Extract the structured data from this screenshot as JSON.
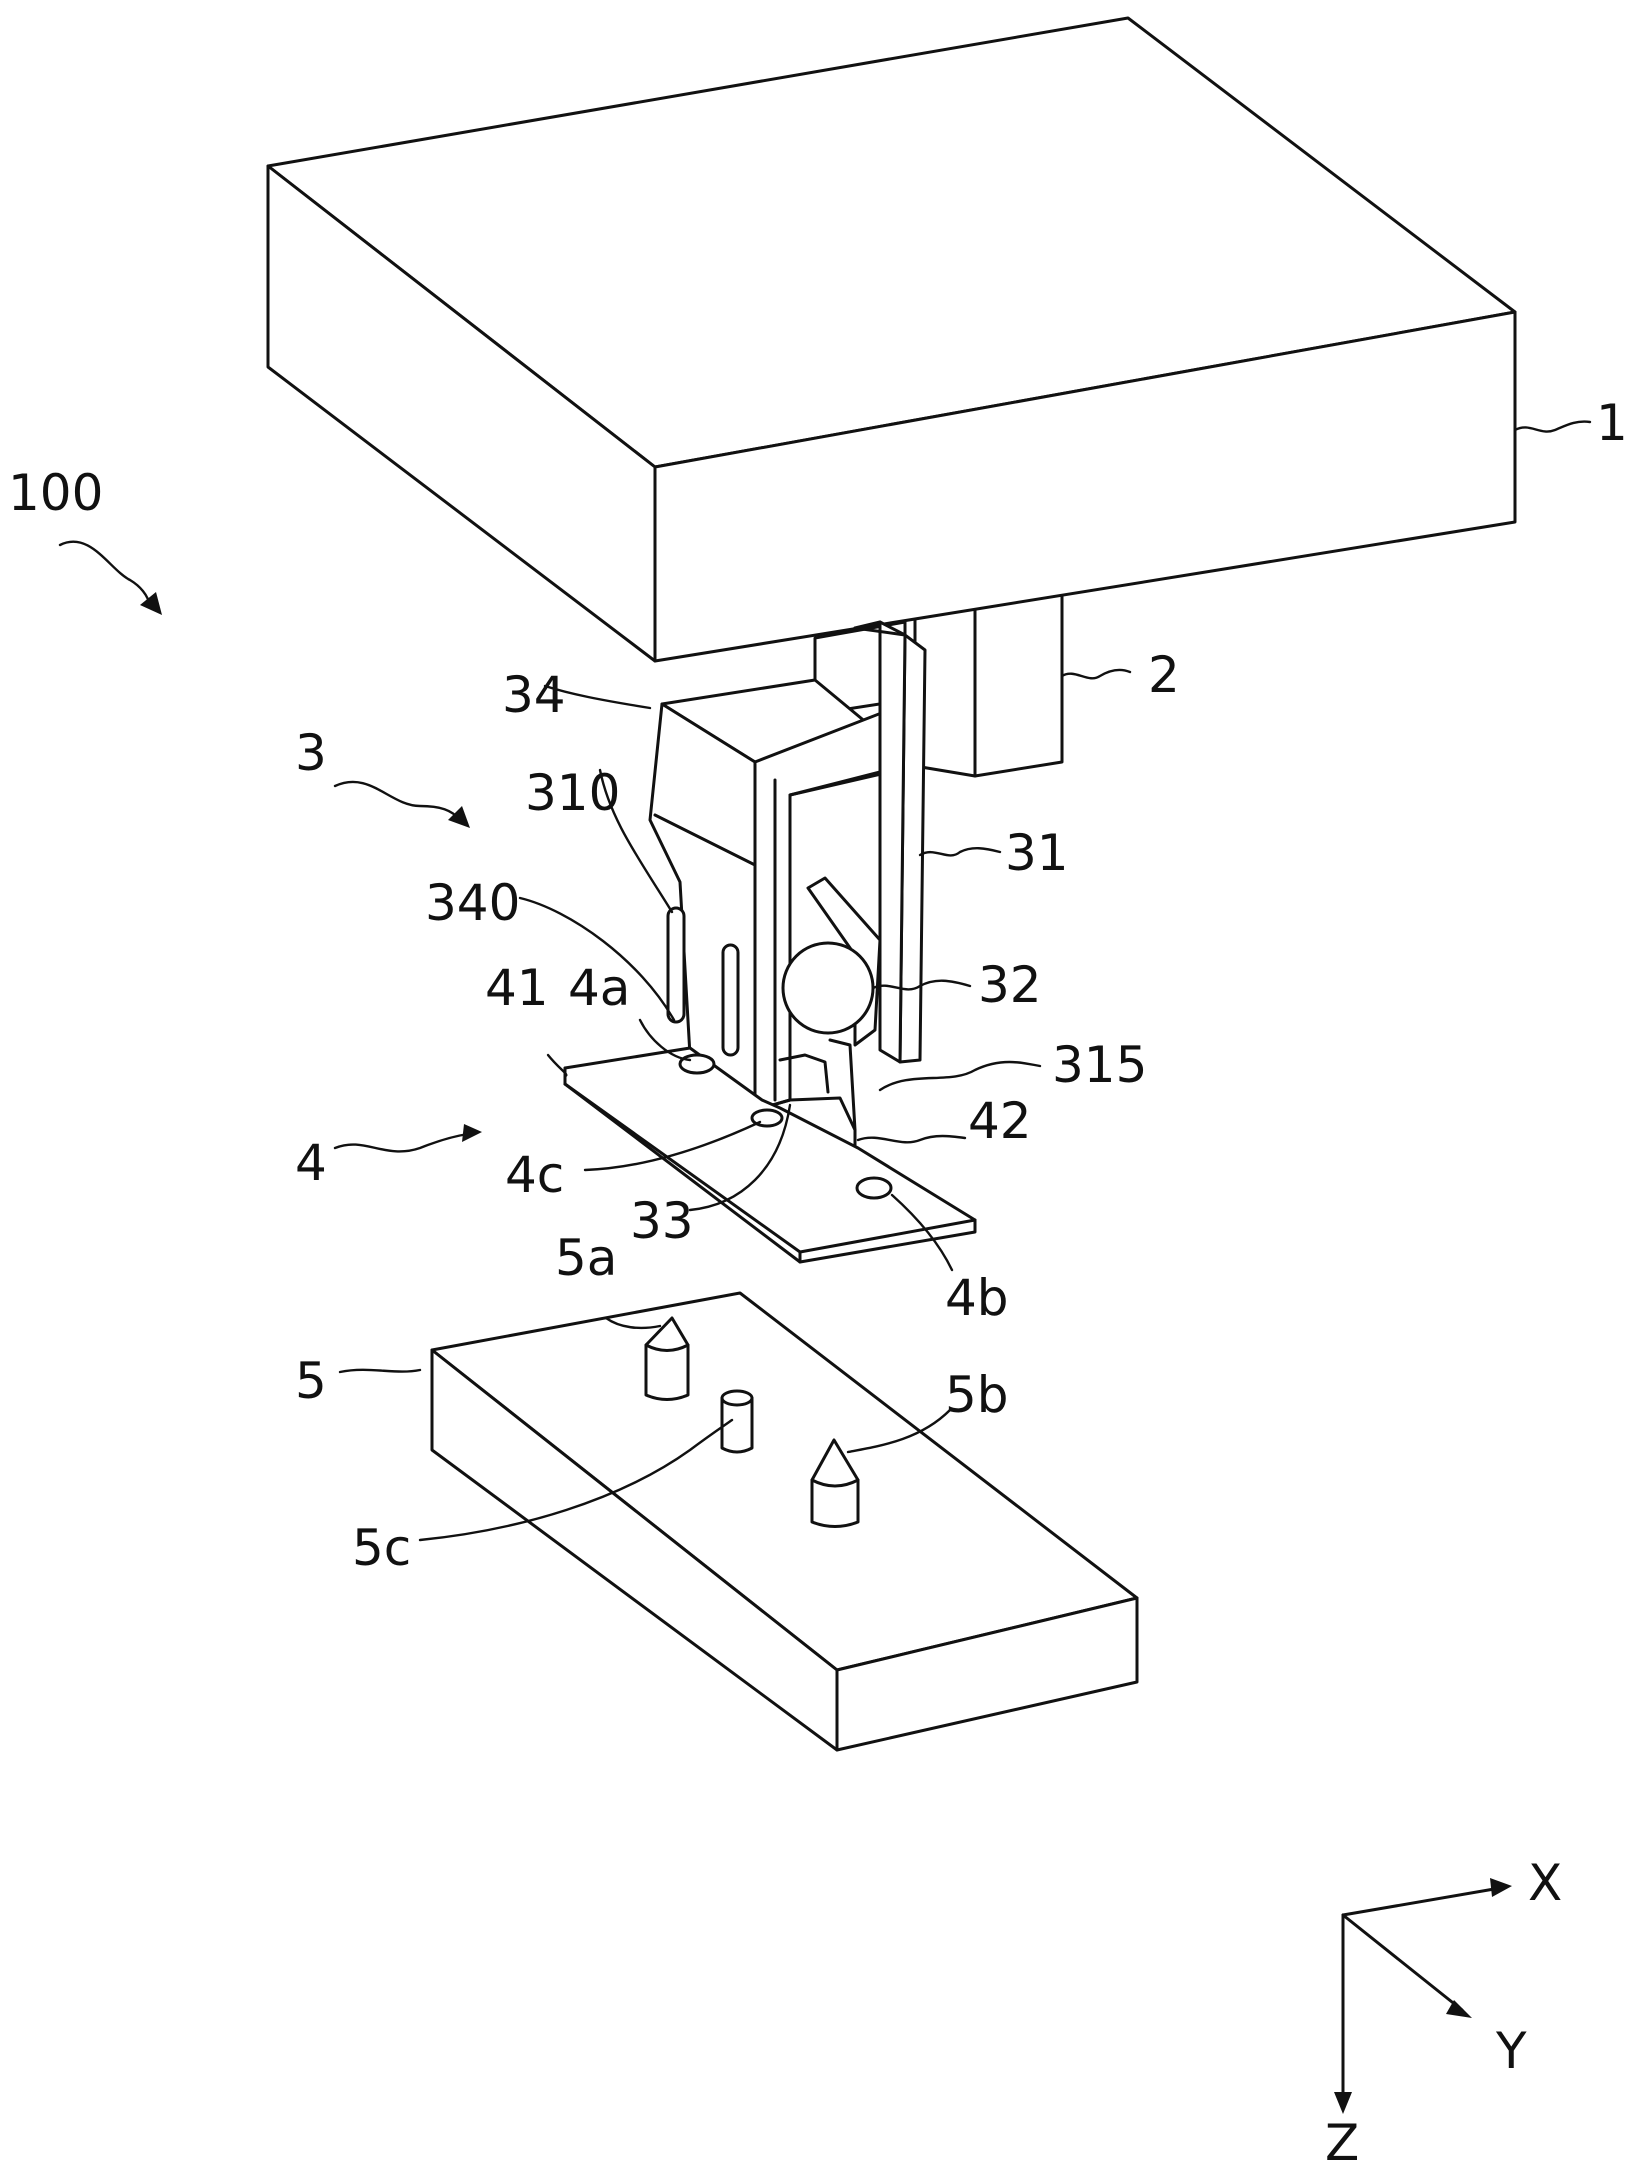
{
  "labels": {
    "l1": "1",
    "l2": "2",
    "l3": "3",
    "l4": "4",
    "l5": "5",
    "l100": "100",
    "l31": "31",
    "l32": "32",
    "l33": "33",
    "l34": "34",
    "l41": "41",
    "l42": "42",
    "l310": "310",
    "l315": "315",
    "l340": "340",
    "l4a": "4a",
    "l4b": "4b",
    "l4c": "4c",
    "l5a": "5a",
    "l5b": "5b",
    "l5c": "5c"
  },
  "axes": {
    "x": "X",
    "y": "Y",
    "z": "Z"
  }
}
